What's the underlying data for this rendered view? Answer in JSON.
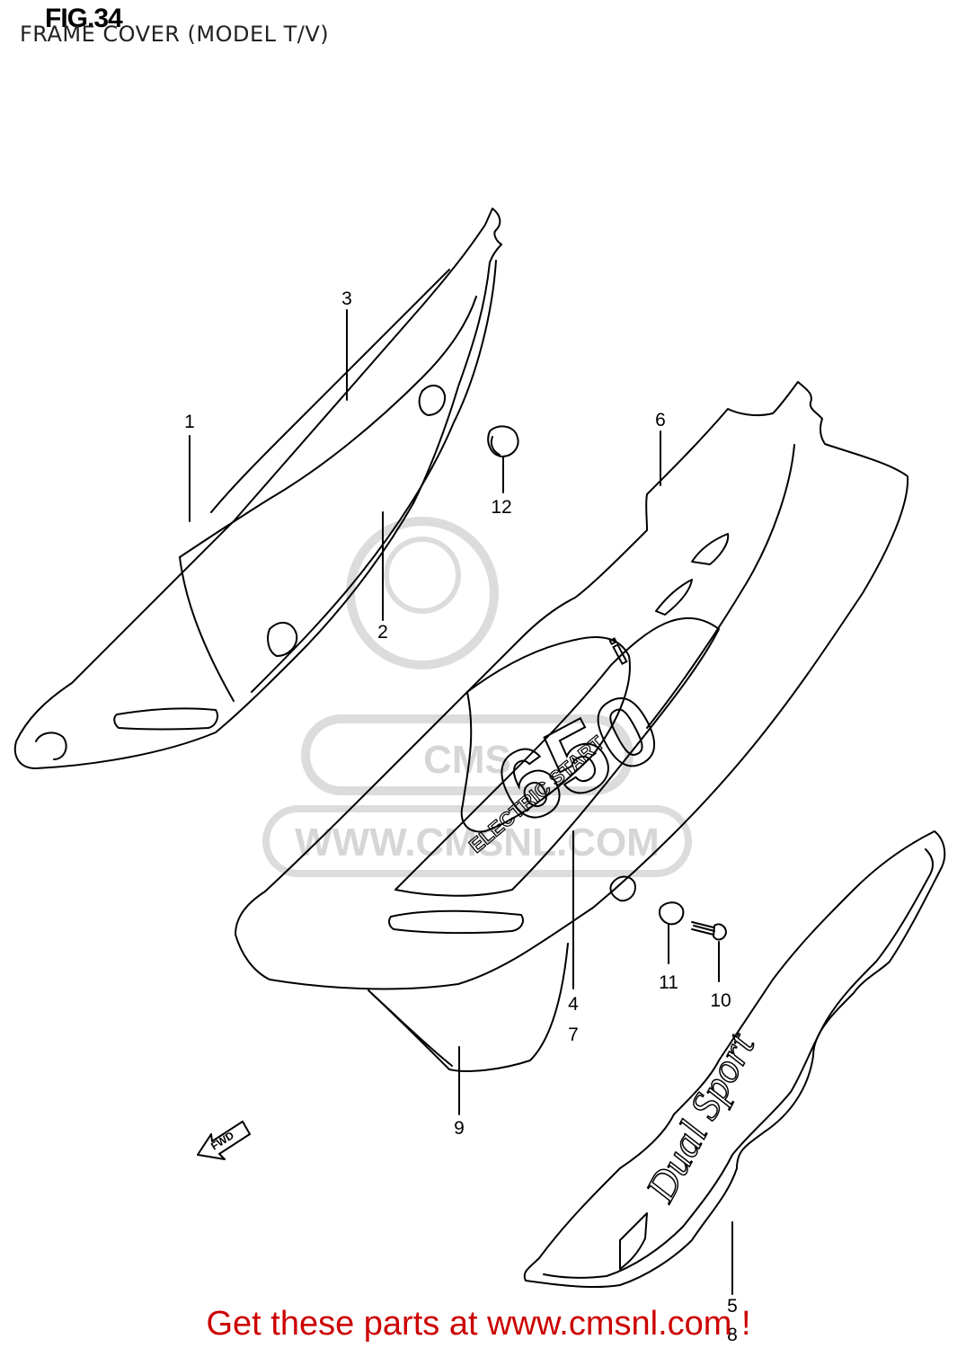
{
  "figure": {
    "number": "FIG.34",
    "title": "FRAME COVER (MODEL T/V)"
  },
  "callouts": [
    {
      "id": "1",
      "label": "1"
    },
    {
      "id": "2",
      "label": "2"
    },
    {
      "id": "3",
      "label": "3"
    },
    {
      "id": "4",
      "label": "4"
    },
    {
      "id": "5",
      "label": "5"
    },
    {
      "id": "6",
      "label": "6"
    },
    {
      "id": "7",
      "label": "7"
    },
    {
      "id": "8",
      "label": "8"
    },
    {
      "id": "9",
      "label": "9"
    },
    {
      "id": "10",
      "label": "10"
    },
    {
      "id": "11",
      "label": "11"
    },
    {
      "id": "12",
      "label": "12"
    }
  ],
  "decals": {
    "model_number": "650",
    "model_suffix": "i",
    "electric_start": "ELECTRIC START",
    "dual_sport": "Dual Sport",
    "fwd_arrow": "FWD"
  },
  "watermark": {
    "url_text": "WWW.CMSNL.COM",
    "logo_text": "CMS"
  },
  "footer": {
    "text": "Get these parts at www.cmsnl.com !"
  },
  "colors": {
    "line": "#000000",
    "watermark": "#d6d6d6",
    "footer_text": "#cc0000"
  }
}
